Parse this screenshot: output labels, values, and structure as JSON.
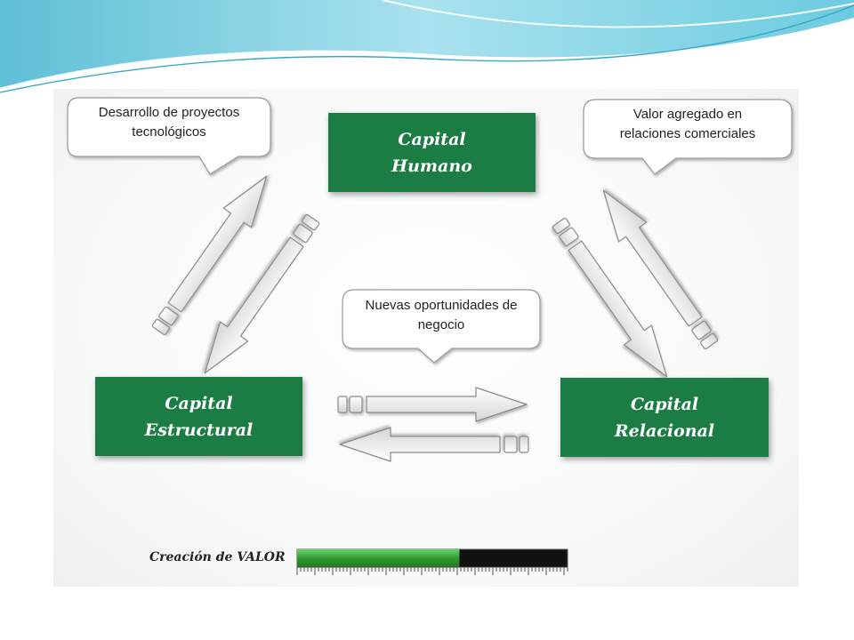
{
  "boxes": {
    "humano": {
      "line1": "Capital",
      "line2": "Humano"
    },
    "estructural": {
      "line1": "Capital",
      "line2": "Estructural"
    },
    "relacional": {
      "line1": "Capital",
      "line2": "Relacional"
    }
  },
  "bubbles": {
    "left": {
      "line1": "Desarrollo de proyectos",
      "line2": "tecnológicos"
    },
    "right": {
      "line1": "Valor agregado en",
      "line2": "relaciones comerciales"
    },
    "middle": {
      "line1": "Nuevas oportunidades de",
      "line2": "negocio"
    }
  },
  "legend": {
    "label": "Creación de VALOR",
    "progress": 0.6
  },
  "colors": {
    "box_green": "#1c7d44",
    "bar_green": "#2f9a2f",
    "bar_black": "#111111",
    "wave_teal": "#7fcfe0"
  }
}
